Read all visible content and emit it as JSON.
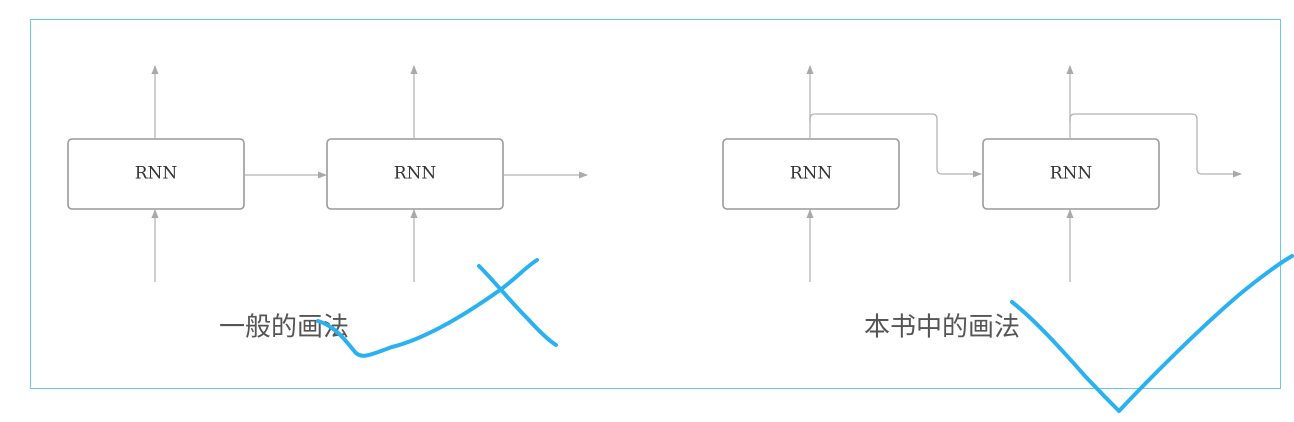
{
  "panels": [
    {
      "cells": [
        "RNN",
        "RNN"
      ],
      "caption": "一般的画法",
      "mark": "cross"
    },
    {
      "cells": [
        "RNN",
        "RNN"
      ],
      "caption": "本书中的画法",
      "mark": "check"
    }
  ],
  "colors": {
    "frame_border": "#6cc8e6",
    "box_stroke": "#9a9a9a",
    "wire": "#b5b5b5",
    "caption_text": "#555555",
    "ink": "#2ab1f2"
  },
  "icons": {
    "cross": "x-mark-icon",
    "check": "check-mark-icon"
  }
}
